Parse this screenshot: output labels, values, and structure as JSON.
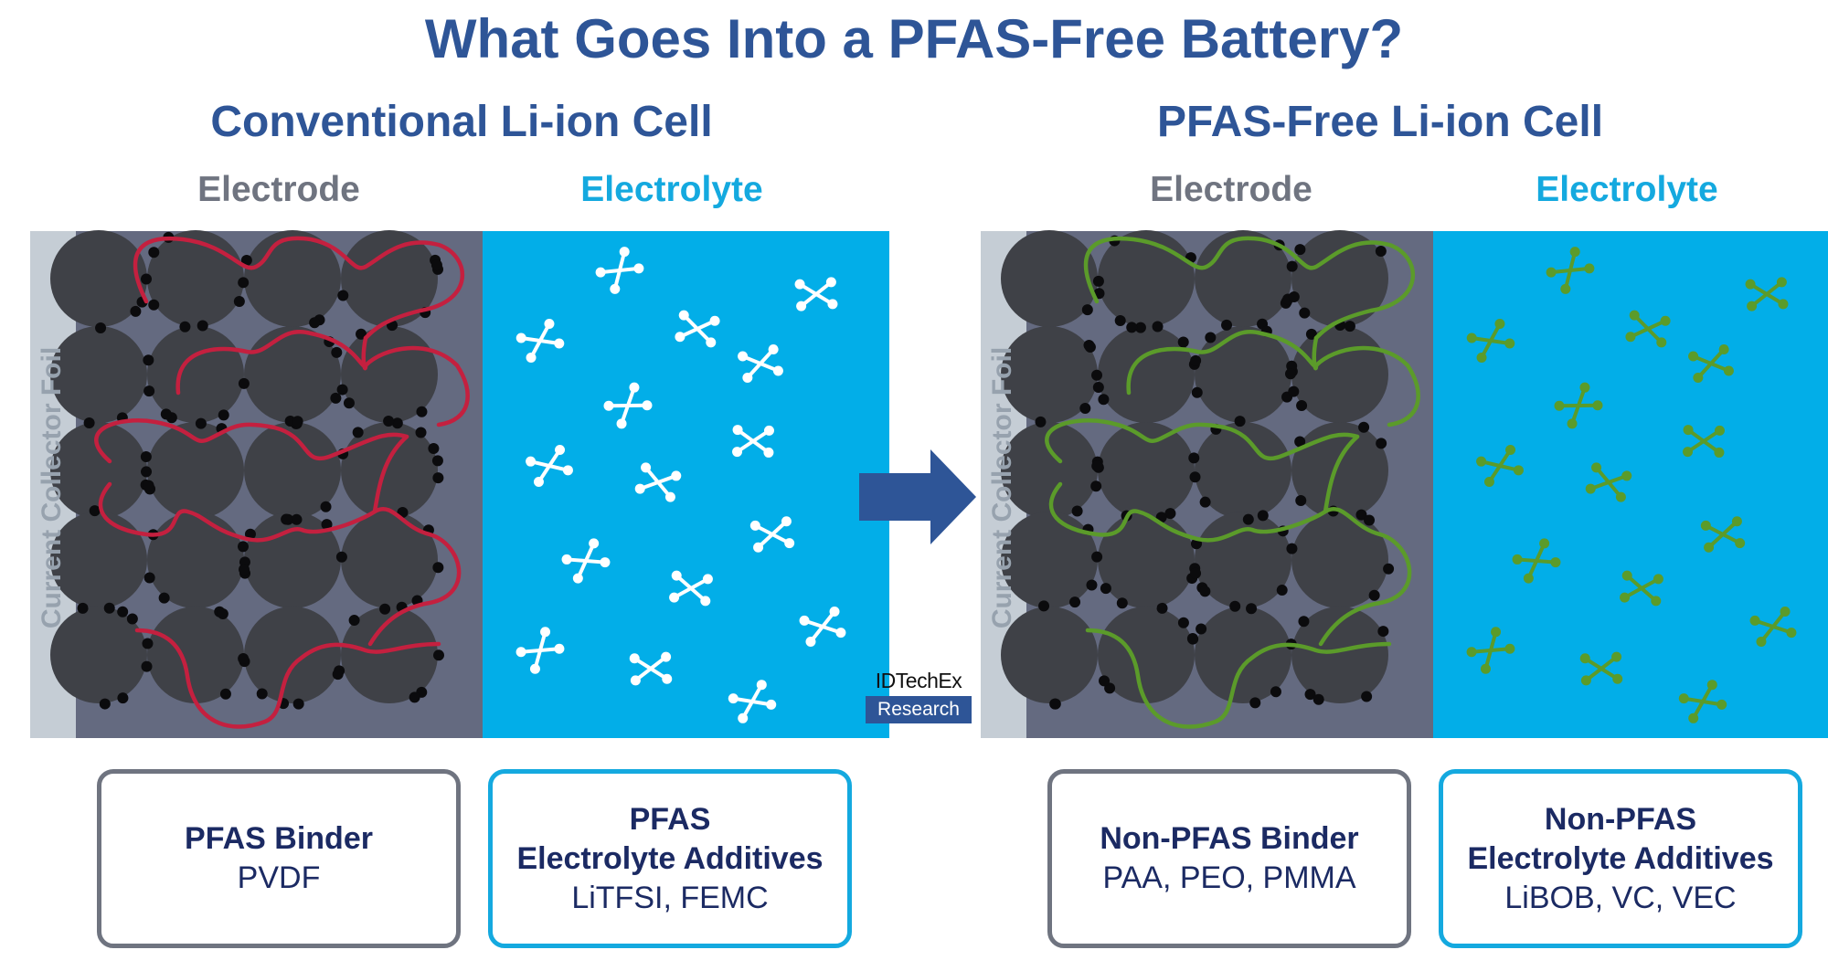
{
  "title": "What Goes Into a PFAS-Free Battery?",
  "cells": [
    {
      "id": "conventional",
      "title": "Conventional Li-ion Cell",
      "foil_label": "Current Collector Foil",
      "electrode_label": "Electrode",
      "electrolyte_label": "Electrolyte",
      "binder_color": "#c4203f",
      "additive_color": "#ffffff",
      "binder_box": {
        "heading": "PFAS Binder",
        "detail": "PVDF"
      },
      "electrolyte_box": {
        "heading_line1": "PFAS",
        "heading_line2": "Electrolyte Additives",
        "detail": "LiTFSI, FEMC"
      }
    },
    {
      "id": "pfas-free",
      "title": "PFAS-Free Li-ion Cell",
      "foil_label": "Current Collector Foil",
      "electrode_label": "Electrode",
      "electrolyte_label": "Electrolyte",
      "binder_color": "#5b9b2a",
      "additive_color": "#5b9b2a",
      "binder_box": {
        "heading": "Non-PFAS Binder",
        "detail": "PAA, PEO, PMMA"
      },
      "electrolyte_box": {
        "heading_line1": "Non-PFAS",
        "heading_line2": "Electrolyte Additives",
        "detail": "LiBOB, VC, VEC"
      }
    }
  ],
  "colors": {
    "title": "#2e5597",
    "electrode_label": "#6f7480",
    "electrolyte_label": "#14a9df",
    "foil": "#c5cdd5",
    "electrode_bg": "#646a80",
    "particle": "#3f4147",
    "carbon_dot": "#0b0b0d",
    "electrolyte_bg": "#02aee8",
    "arrow": "#2e5597",
    "box_text": "#1b2a63"
  },
  "arrow_icon": "right-arrow-icon",
  "brand": {
    "name": "IDTechEx",
    "tag": "Research"
  }
}
